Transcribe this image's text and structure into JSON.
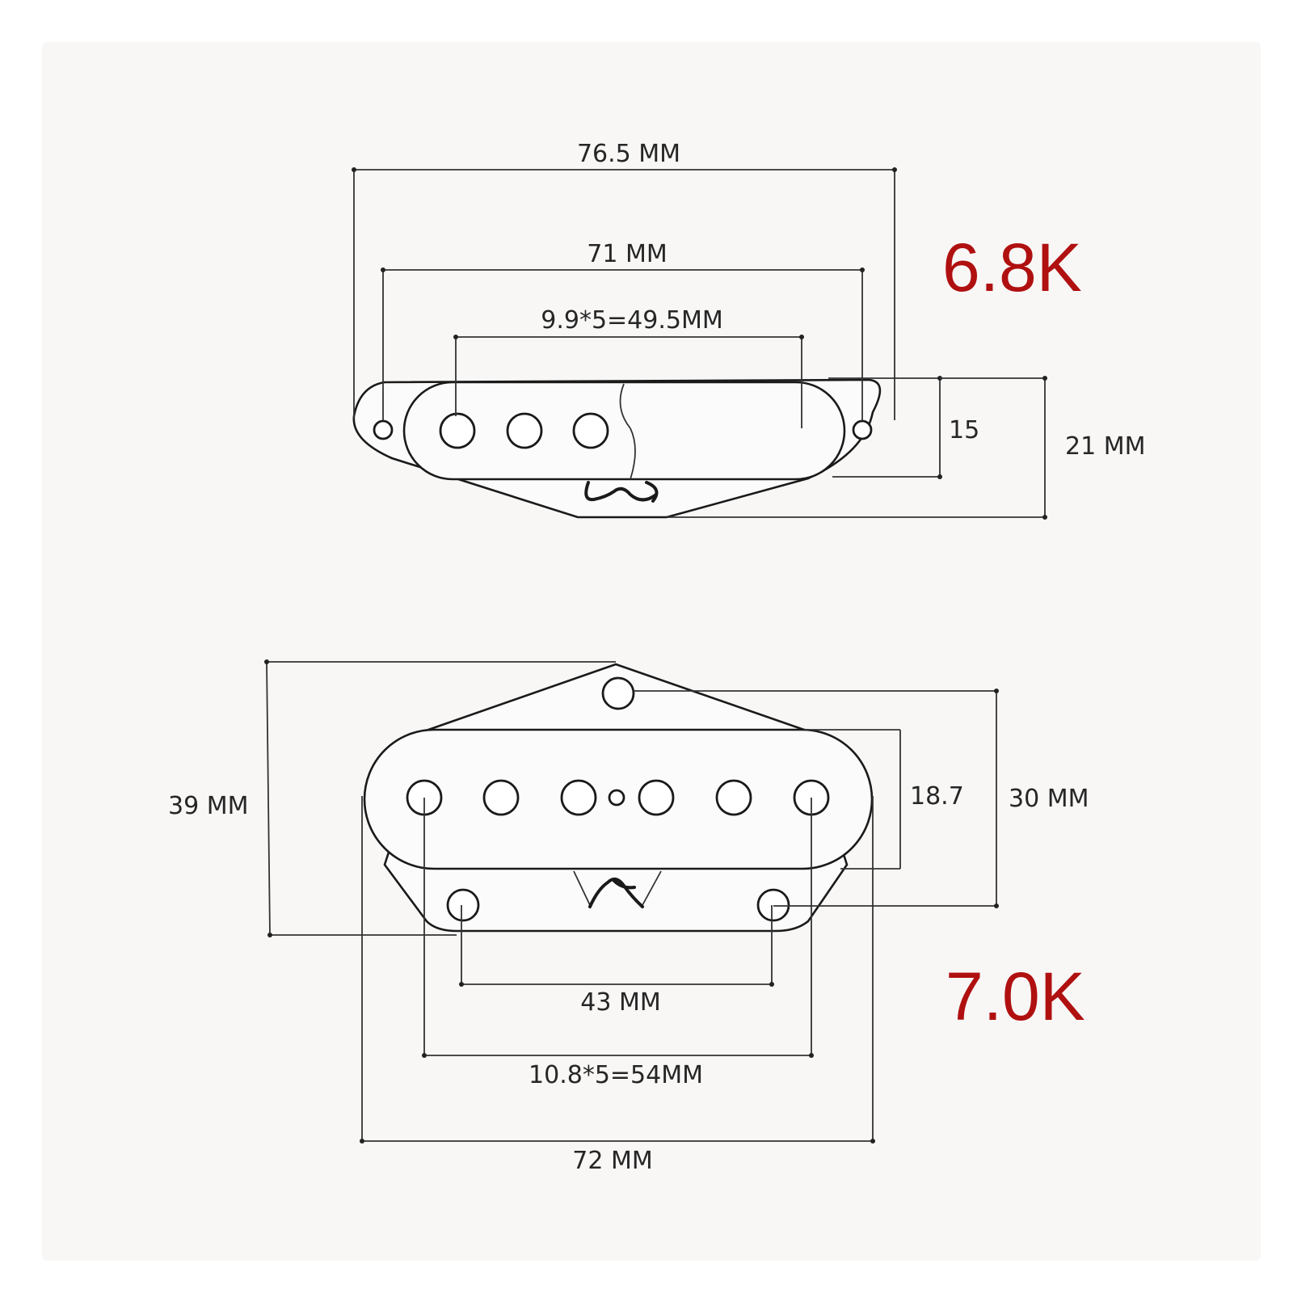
{
  "colors": {
    "dimension_line": "#333333",
    "resistance_text": "#b01010",
    "background": "#f8f7f6"
  },
  "neck_pickup": {
    "resistance": "6.8K",
    "dimensions": {
      "overall_length": "76.5 MM",
      "mounting_hole_spacing": "71 MM",
      "pole_spacing": "9.9*5=49.5MM",
      "cover_height": "15",
      "total_height": "21 MM"
    }
  },
  "bridge_pickup": {
    "resistance": "7.0K",
    "dimensions": {
      "overall_width": "39 MM",
      "bobbin_width": "18.7",
      "mount_to_mount": "30 MM",
      "rear_hole_spacing": "43 MM",
      "pole_spacing": "10.8*5=54MM",
      "overall_length": "72 MM"
    }
  }
}
